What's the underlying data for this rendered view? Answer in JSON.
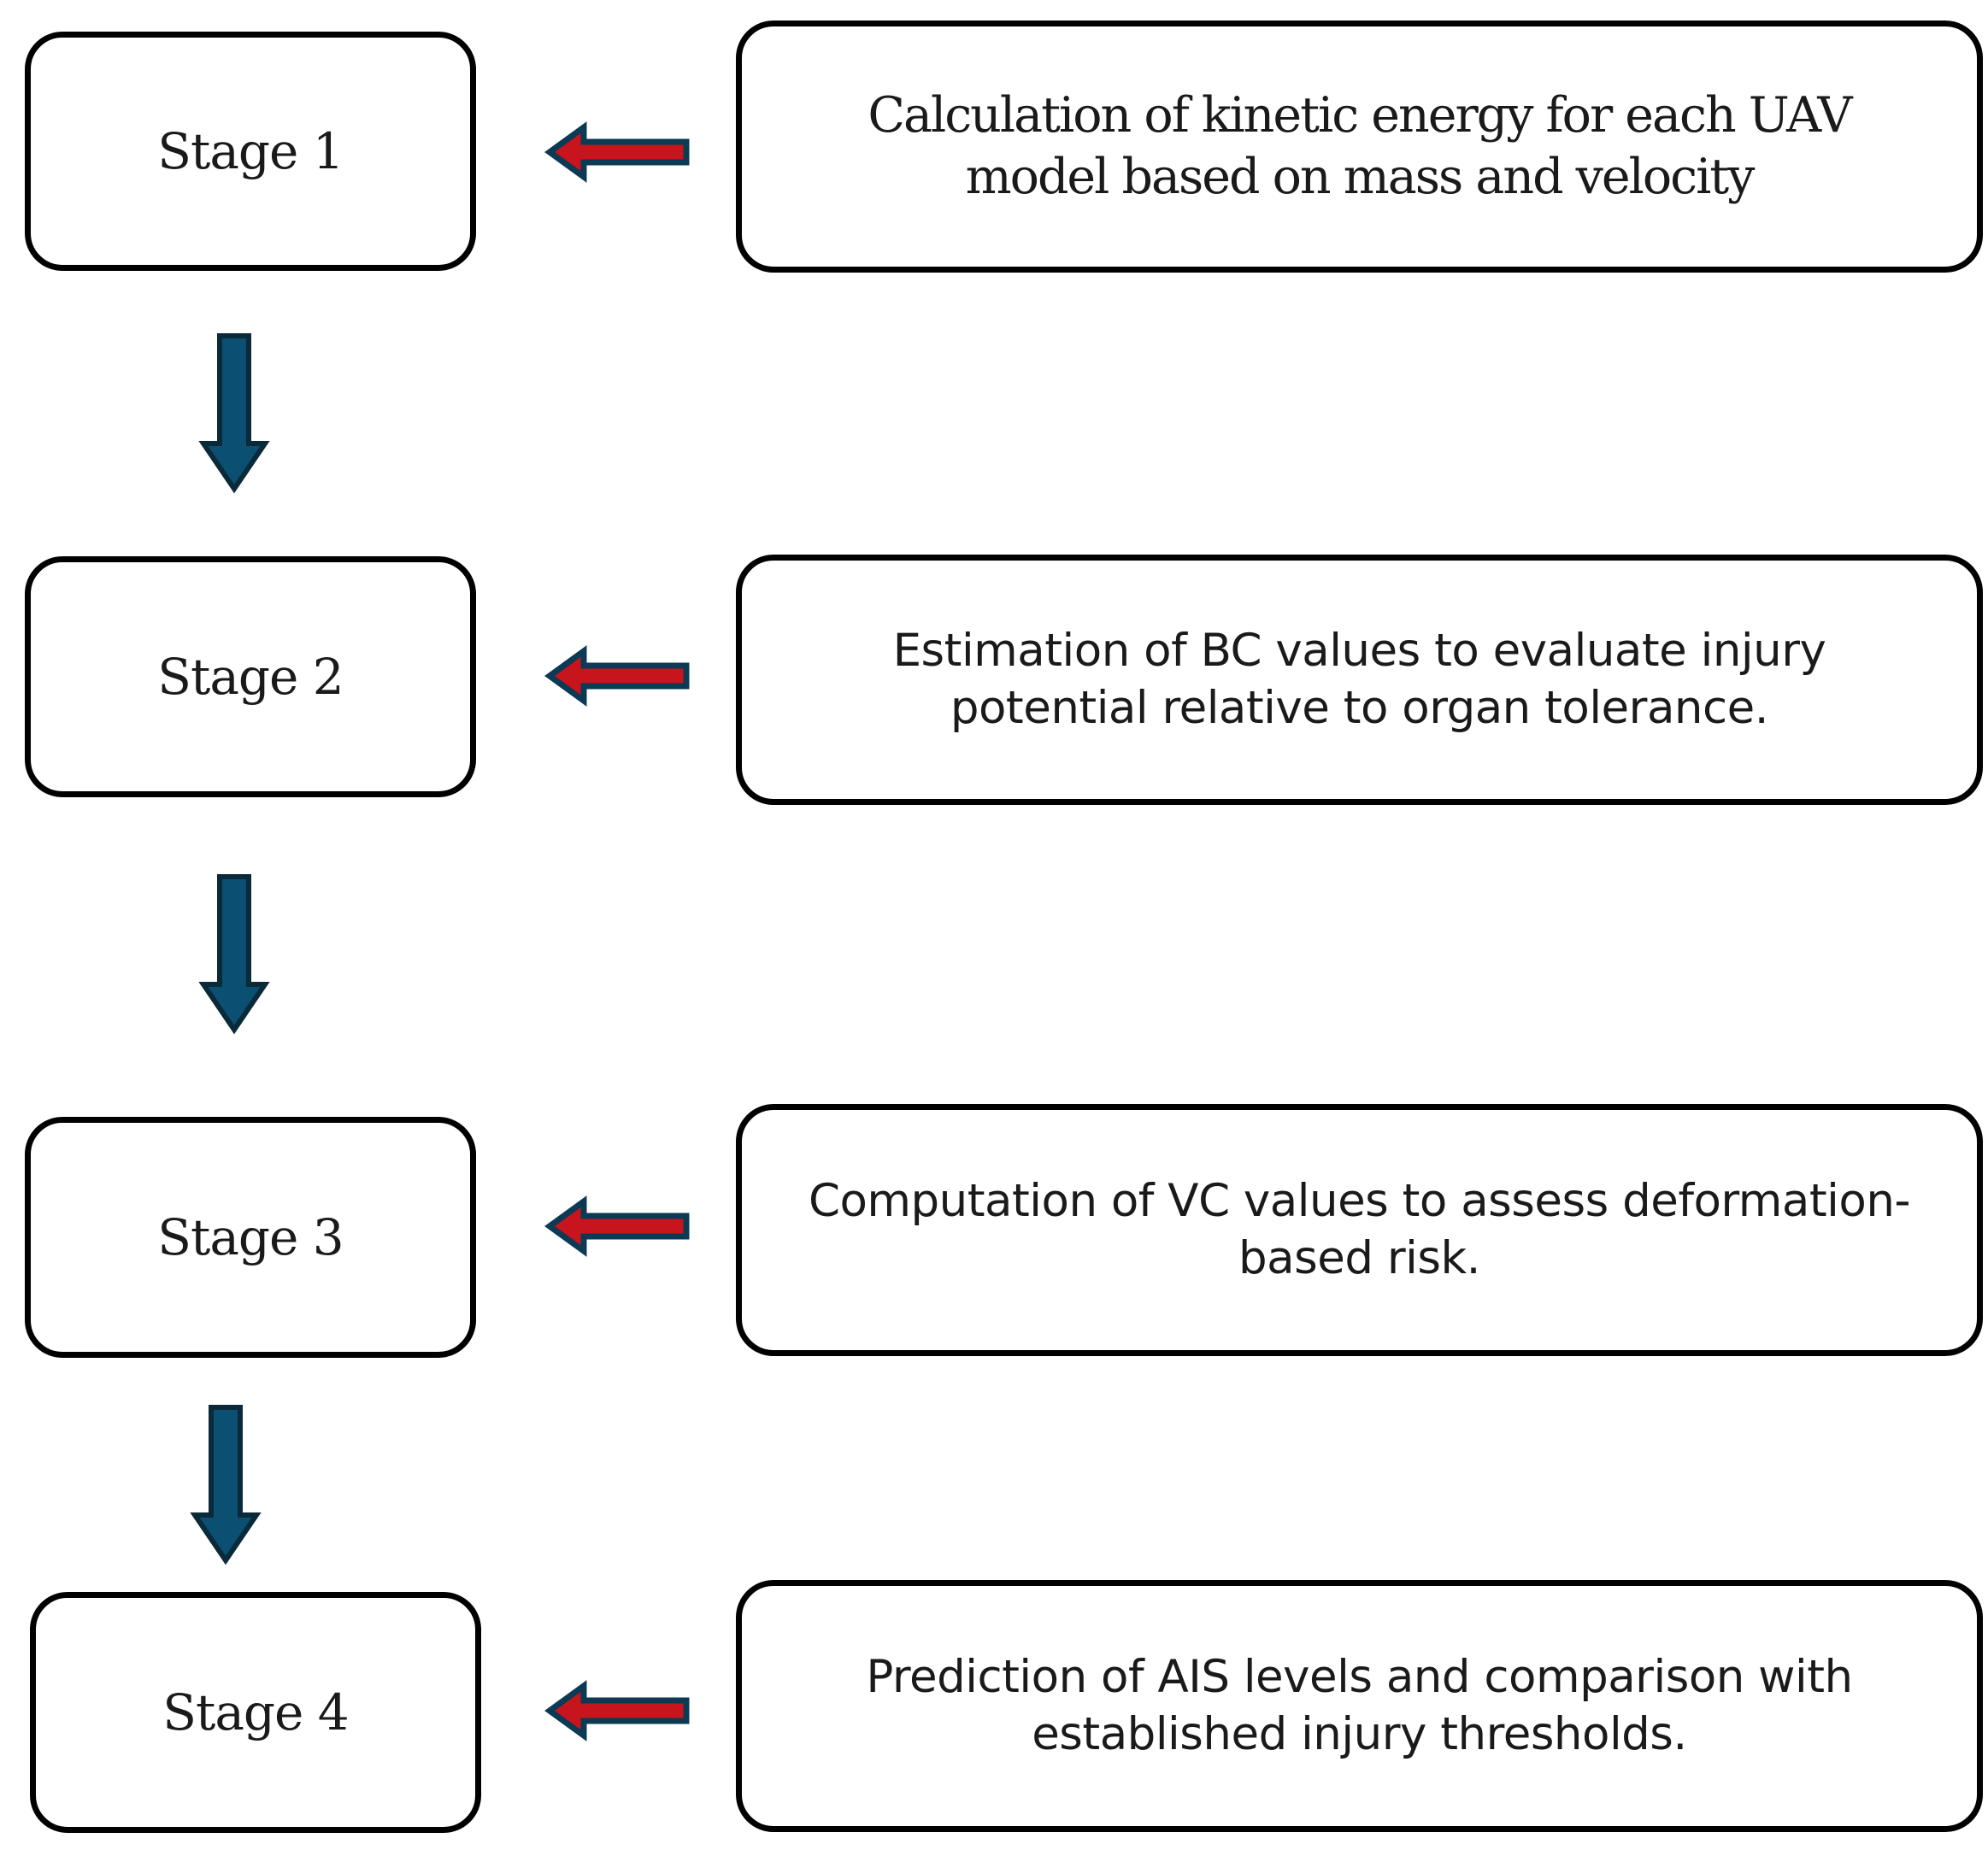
{
  "stages": [
    {
      "label": "Stage 1",
      "description": "Calculation of kinetic energy for each UAV model based on mass and velocity"
    },
    {
      "label": "Stage 2",
      "description": "Estimation of BC values to evaluate injury potential relative to organ tolerance."
    },
    {
      "label": "Stage 3",
      "description": "Computation of VC values to assess deformation-based risk."
    },
    {
      "label": "Stage 4",
      "description": "Prediction of AIS levels and comparison with established injury thresholds."
    }
  ],
  "colors": {
    "down_arrow_fill": "#0b4f73",
    "down_arrow_stroke": "#0a2a3a",
    "left_arrow_fill": "#c8141c",
    "left_arrow_stroke": "#0b3a55",
    "box_border": "#000000"
  }
}
